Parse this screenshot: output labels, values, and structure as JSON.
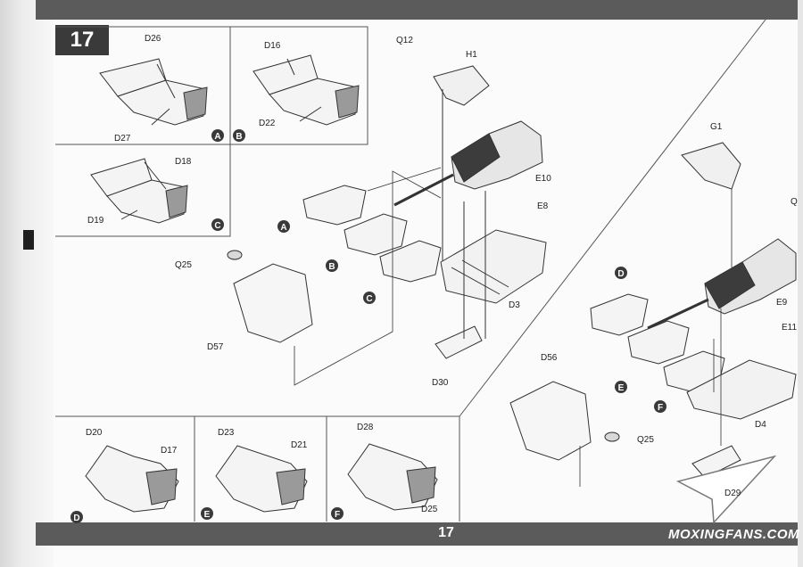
{
  "step": {
    "number": "17"
  },
  "footer": {
    "page_number": "17",
    "watermark": "MOXINGFANS.COM"
  },
  "part_labels": {
    "d26": "D26",
    "d27": "D27",
    "d16": "D16",
    "d22": "D22",
    "d18": "D18",
    "d19": "D19",
    "q12": "Q12",
    "h1": "H1",
    "e10": "E10",
    "e8": "E8",
    "q25_left": "Q25",
    "d57": "D57",
    "d3": "D3",
    "d30": "D30",
    "g1": "G1",
    "q_right": "Q",
    "e9": "E9",
    "e11": "E11",
    "d56": "D56",
    "d4": "D4",
    "q25_right": "Q25",
    "d29": "D29",
    "d20": "D20",
    "d17": "D17",
    "d23": "D23",
    "d21": "D21",
    "d28": "D28",
    "d25": "D25"
  },
  "sub_assembly_badges": {
    "a_top": "A",
    "b_top": "B",
    "c_top": "C",
    "a_main": "A",
    "b_main": "B",
    "c_main": "C",
    "d_right": "D",
    "e_right": "E",
    "f_right": "F",
    "d_bottom": "D",
    "e_bottom": "E",
    "f_bottom": "F"
  },
  "colors": {
    "band": "#5b5b5b",
    "ink": "#222222",
    "badge": "#3a3a3a",
    "paper": "#fbfbfb"
  }
}
